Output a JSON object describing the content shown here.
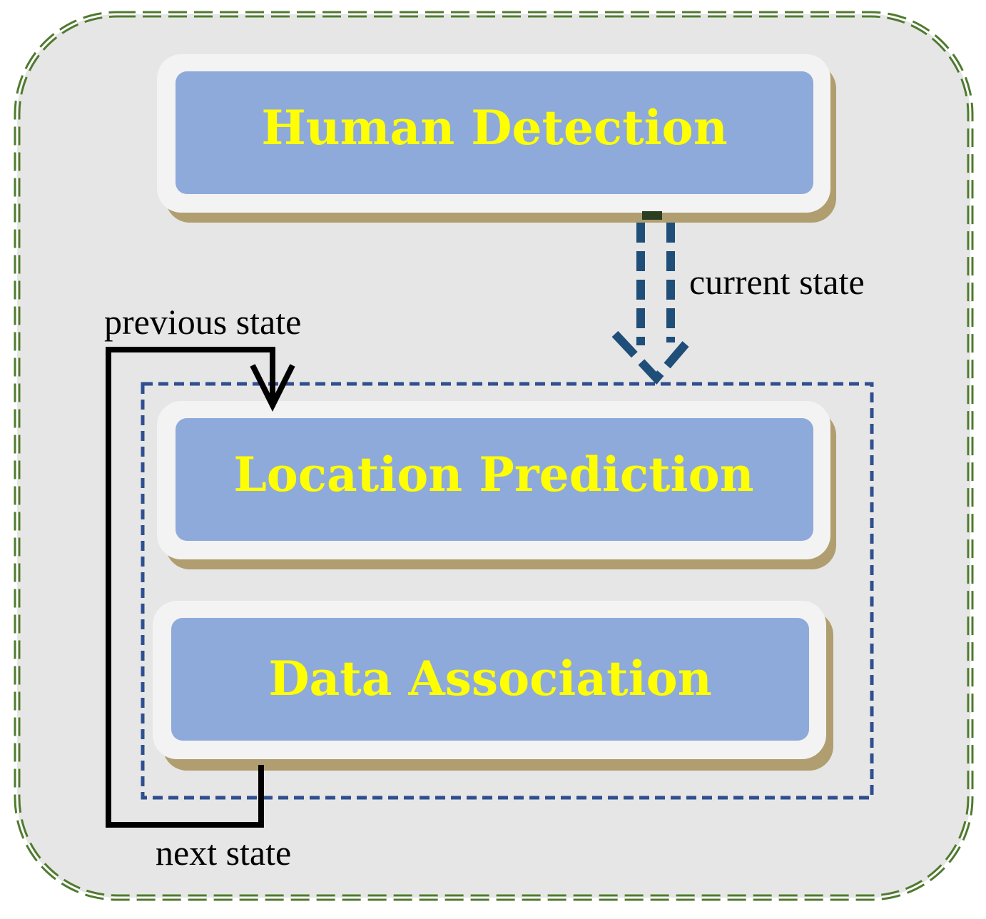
{
  "diagram": {
    "boxes": [
      {
        "id": "human-detection",
        "label": "Human Detection"
      },
      {
        "id": "location-prediction",
        "label": "Location Prediction"
      },
      {
        "id": "data-association",
        "label": "Data Association"
      }
    ],
    "arrows": [
      {
        "id": "current-state",
        "label": "current state",
        "from": "human-detection",
        "to": "tracking-group"
      },
      {
        "id": "previous-state",
        "label": "previous state",
        "from": "data-association",
        "to": "location-prediction"
      },
      {
        "id": "next-state",
        "label": "next state",
        "from": "data-association",
        "to": "previous-state-loop"
      }
    ]
  },
  "colors": {
    "background": "#e6e6e6",
    "outer_border": "#4f7a2f",
    "box_fill": "#8eaadb",
    "box_frame": "#f3f3f3",
    "box_shadow": "#b09e70",
    "label_text": "#ffff00",
    "group_border": "#2f4f8f",
    "current_state_arrow": "#1f4e79",
    "loop_arrow": "#000000"
  }
}
